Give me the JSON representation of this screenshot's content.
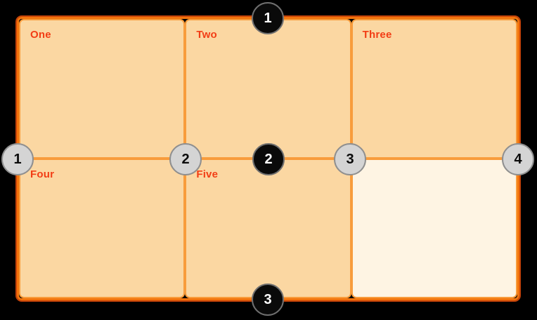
{
  "diagram": {
    "description": "CSS grid line numbering diagram with 3 columns and 2 rows",
    "cells": [
      {
        "label": "One",
        "empty": false
      },
      {
        "label": "Two",
        "empty": false
      },
      {
        "label": "Three",
        "empty": false
      },
      {
        "label": "Four",
        "empty": false
      },
      {
        "label": "Five",
        "empty": false
      },
      {
        "label": "",
        "empty": true
      }
    ],
    "row_lines": [
      {
        "number": "1"
      },
      {
        "number": "2"
      },
      {
        "number": "3"
      }
    ],
    "column_lines": [
      {
        "number": "1"
      },
      {
        "number": "2"
      },
      {
        "number": "3"
      },
      {
        "number": "4"
      }
    ],
    "colors": {
      "background": "#000000",
      "cell_fill": "#FBD7A2",
      "empty_cell_fill": "#FEF4E3",
      "cell_border": "#F89C3C",
      "container_border": "#F2740C",
      "container_outer_edge": "#C64309",
      "label_text": "#F23D15",
      "row_badge_fill": "#0A0A0A",
      "row_badge_border": "#707070",
      "row_badge_text": "#FFFFFF",
      "column_badge_fill": "#D4D4D4",
      "column_badge_border": "#8F8F8F",
      "column_badge_text": "#0A0A0A"
    }
  }
}
